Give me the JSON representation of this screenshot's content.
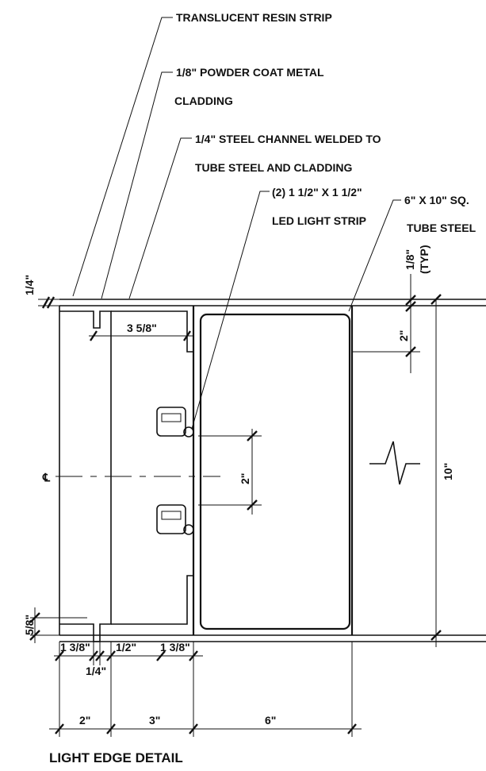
{
  "title": "LIGHT EDGE DETAIL",
  "callouts": {
    "resin": "TRANSLUCENT RESIN STRIP",
    "cladding_1": "1/8\" POWDER COAT METAL",
    "cladding_2": "CLADDING",
    "channel_1": "1/4\" STEEL CHANNEL WELDED TO",
    "channel_2": "TUBE STEEL AND CLADDING",
    "led_1": "(2) 1 1/2\" X 1 1/2\"",
    "led_2": "LED LIGHT STRIP",
    "tube_1": "6\" X 10\" SQ.",
    "tube_2": "TUBE STEEL"
  },
  "dimensions": {
    "top_quarter": "1/4\"",
    "typ_eighth": "1/8\"",
    "typ": "(TYP)",
    "three_five_eighths": "3 5/8\"",
    "two_top": "2\"",
    "two_mid": "2\"",
    "ten": "10\"",
    "five_eighths": "5/8\"",
    "b_1_3_8_left": "1 3/8\"",
    "b_1_2": "1/2\"",
    "b_1_3_8_right": "1 3/8\"",
    "b_1_4": "1/4\"",
    "b_2": "2\"",
    "b_3": "3\"",
    "b_6": "6\""
  },
  "centerline_mark": "℄"
}
